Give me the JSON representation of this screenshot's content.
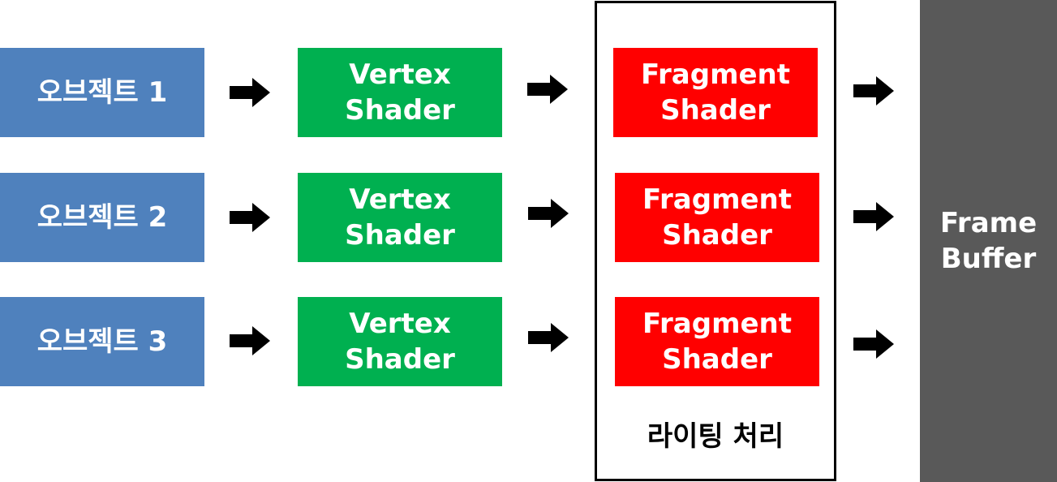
{
  "objects": [
    {
      "label": "오브젝트 1"
    },
    {
      "label": "오브젝트 2"
    },
    {
      "label": "오브젝트 3"
    }
  ],
  "vertex_shaders": [
    {
      "line1": "Vertex",
      "line2": "Shader"
    },
    {
      "line1": "Vertex",
      "line2": "Shader"
    },
    {
      "line1": "Vertex",
      "line2": "Shader"
    }
  ],
  "fragment_shaders": [
    {
      "line1": "Fragment",
      "line2": "Shader"
    },
    {
      "line1": "Fragment",
      "line2": "Shader"
    },
    {
      "line1": "Fragment",
      "line2": "Shader"
    }
  ],
  "lighting": {
    "label": "라이팅 처리"
  },
  "frame_buffer": {
    "line1": "Frame",
    "line2": "Buffer"
  },
  "colors": {
    "object": "#4f81bd",
    "vertex_shader": "#00b050",
    "fragment_shader": "#ff0000",
    "frame_buffer": "#595959",
    "arrow": "#000000"
  }
}
